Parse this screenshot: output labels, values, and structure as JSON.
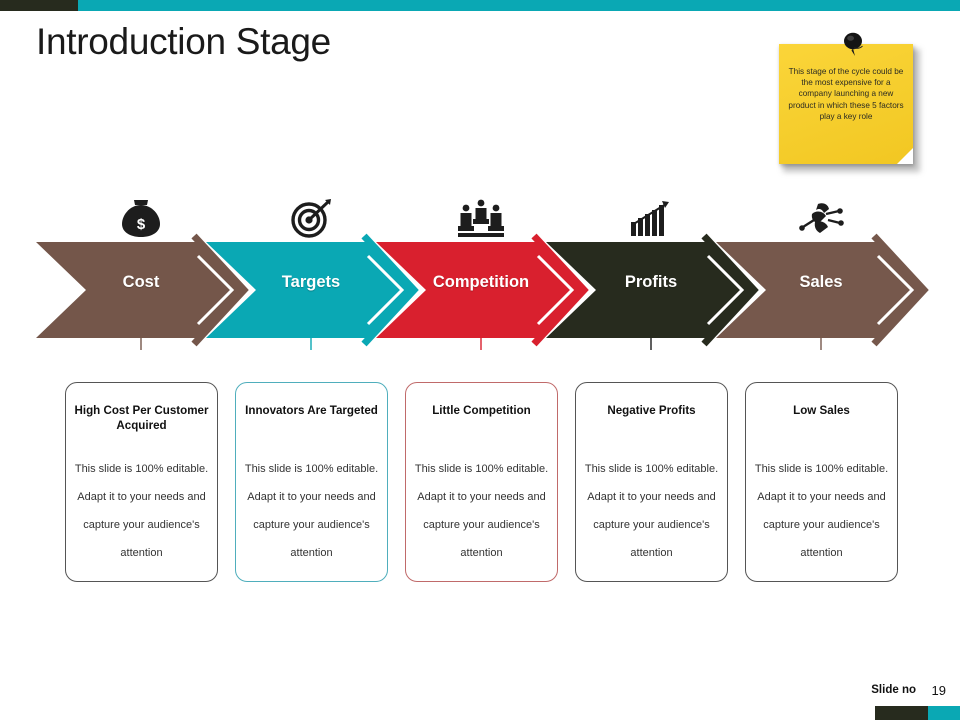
{
  "slide": {
    "title": "Introduction Stage",
    "top_bar_dark_color": "#272B1E",
    "top_bar_accent_color": "#0AA8B4",
    "background_color": "#FFFFFF"
  },
  "sticky_note": {
    "text": "This stage of the cycle could be the most expensive for a company launching a new product in which these 5 factors play a key role",
    "paper_color": "#F6CF2F",
    "pin_color": "#1B1B1B"
  },
  "process": {
    "steps": [
      {
        "label": "Cost",
        "color": "#74564A",
        "icon": "money-bag-icon",
        "card_title": "High Cost Per Customer Acquired",
        "card_body": "This slide is 100% editable. Adapt it to your needs and capture your audience's attention",
        "card_border_color": "#555555"
      },
      {
        "label": "Targets",
        "color": "#0AA8B4",
        "icon": "target-dart-icon",
        "card_title": "Innovators Are Targeted",
        "card_body": "This slide is 100% editable. Adapt it to your needs and capture your audience's attention",
        "card_border_color": "#4FAEBC"
      },
      {
        "label": "Competition",
        "color": "#D9202E",
        "icon": "podium-people-icon",
        "card_title": "Little Competition",
        "card_body": "This slide is 100% editable. Adapt it to your needs and capture your audience's attention",
        "card_border_color": "#C06A6A"
      },
      {
        "label": "Profits",
        "color": "#272B1E",
        "icon": "bar-chart-arrow-icon",
        "card_title": "Negative Profits",
        "card_body": "This slide is 100% editable. Adapt it to your needs and capture your audience's attention",
        "card_border_color": "#555555"
      },
      {
        "label": "Sales",
        "color": "#76584C",
        "icon": "sales-handshake-icon",
        "card_title": "Low Sales",
        "card_body": "This slide is 100% editable. Adapt it to your needs and capture your audience's attention",
        "card_border_color": "#555555"
      }
    ]
  },
  "footer": {
    "slide_no_label": "Slide no",
    "slide_number": "19",
    "bar_dark_color": "#272B1E",
    "bar_accent_color": "#0AA8B4"
  }
}
